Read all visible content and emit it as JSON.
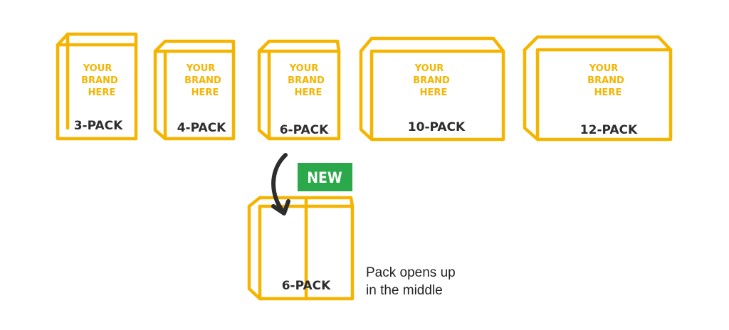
{
  "brand_text": [
    "YOUR",
    "BRAND",
    "HERE"
  ],
  "packs": [
    {
      "label": "3-PACK"
    },
    {
      "label": "4-PACK"
    },
    {
      "label": "6-PACK"
    },
    {
      "label": "10-PACK"
    },
    {
      "label": "12-PACK"
    }
  ],
  "new_pack": {
    "badge": "NEW",
    "label": "6-PACK",
    "caption_line1": "Pack opens up",
    "caption_line2": "in the middle"
  },
  "colors": {
    "box_outline": "#f5b400",
    "brand_text": "#f5b400",
    "label_text": "#2d2d2d",
    "badge_fill": "#2aa84a",
    "arrow": "#2d2d2d"
  }
}
